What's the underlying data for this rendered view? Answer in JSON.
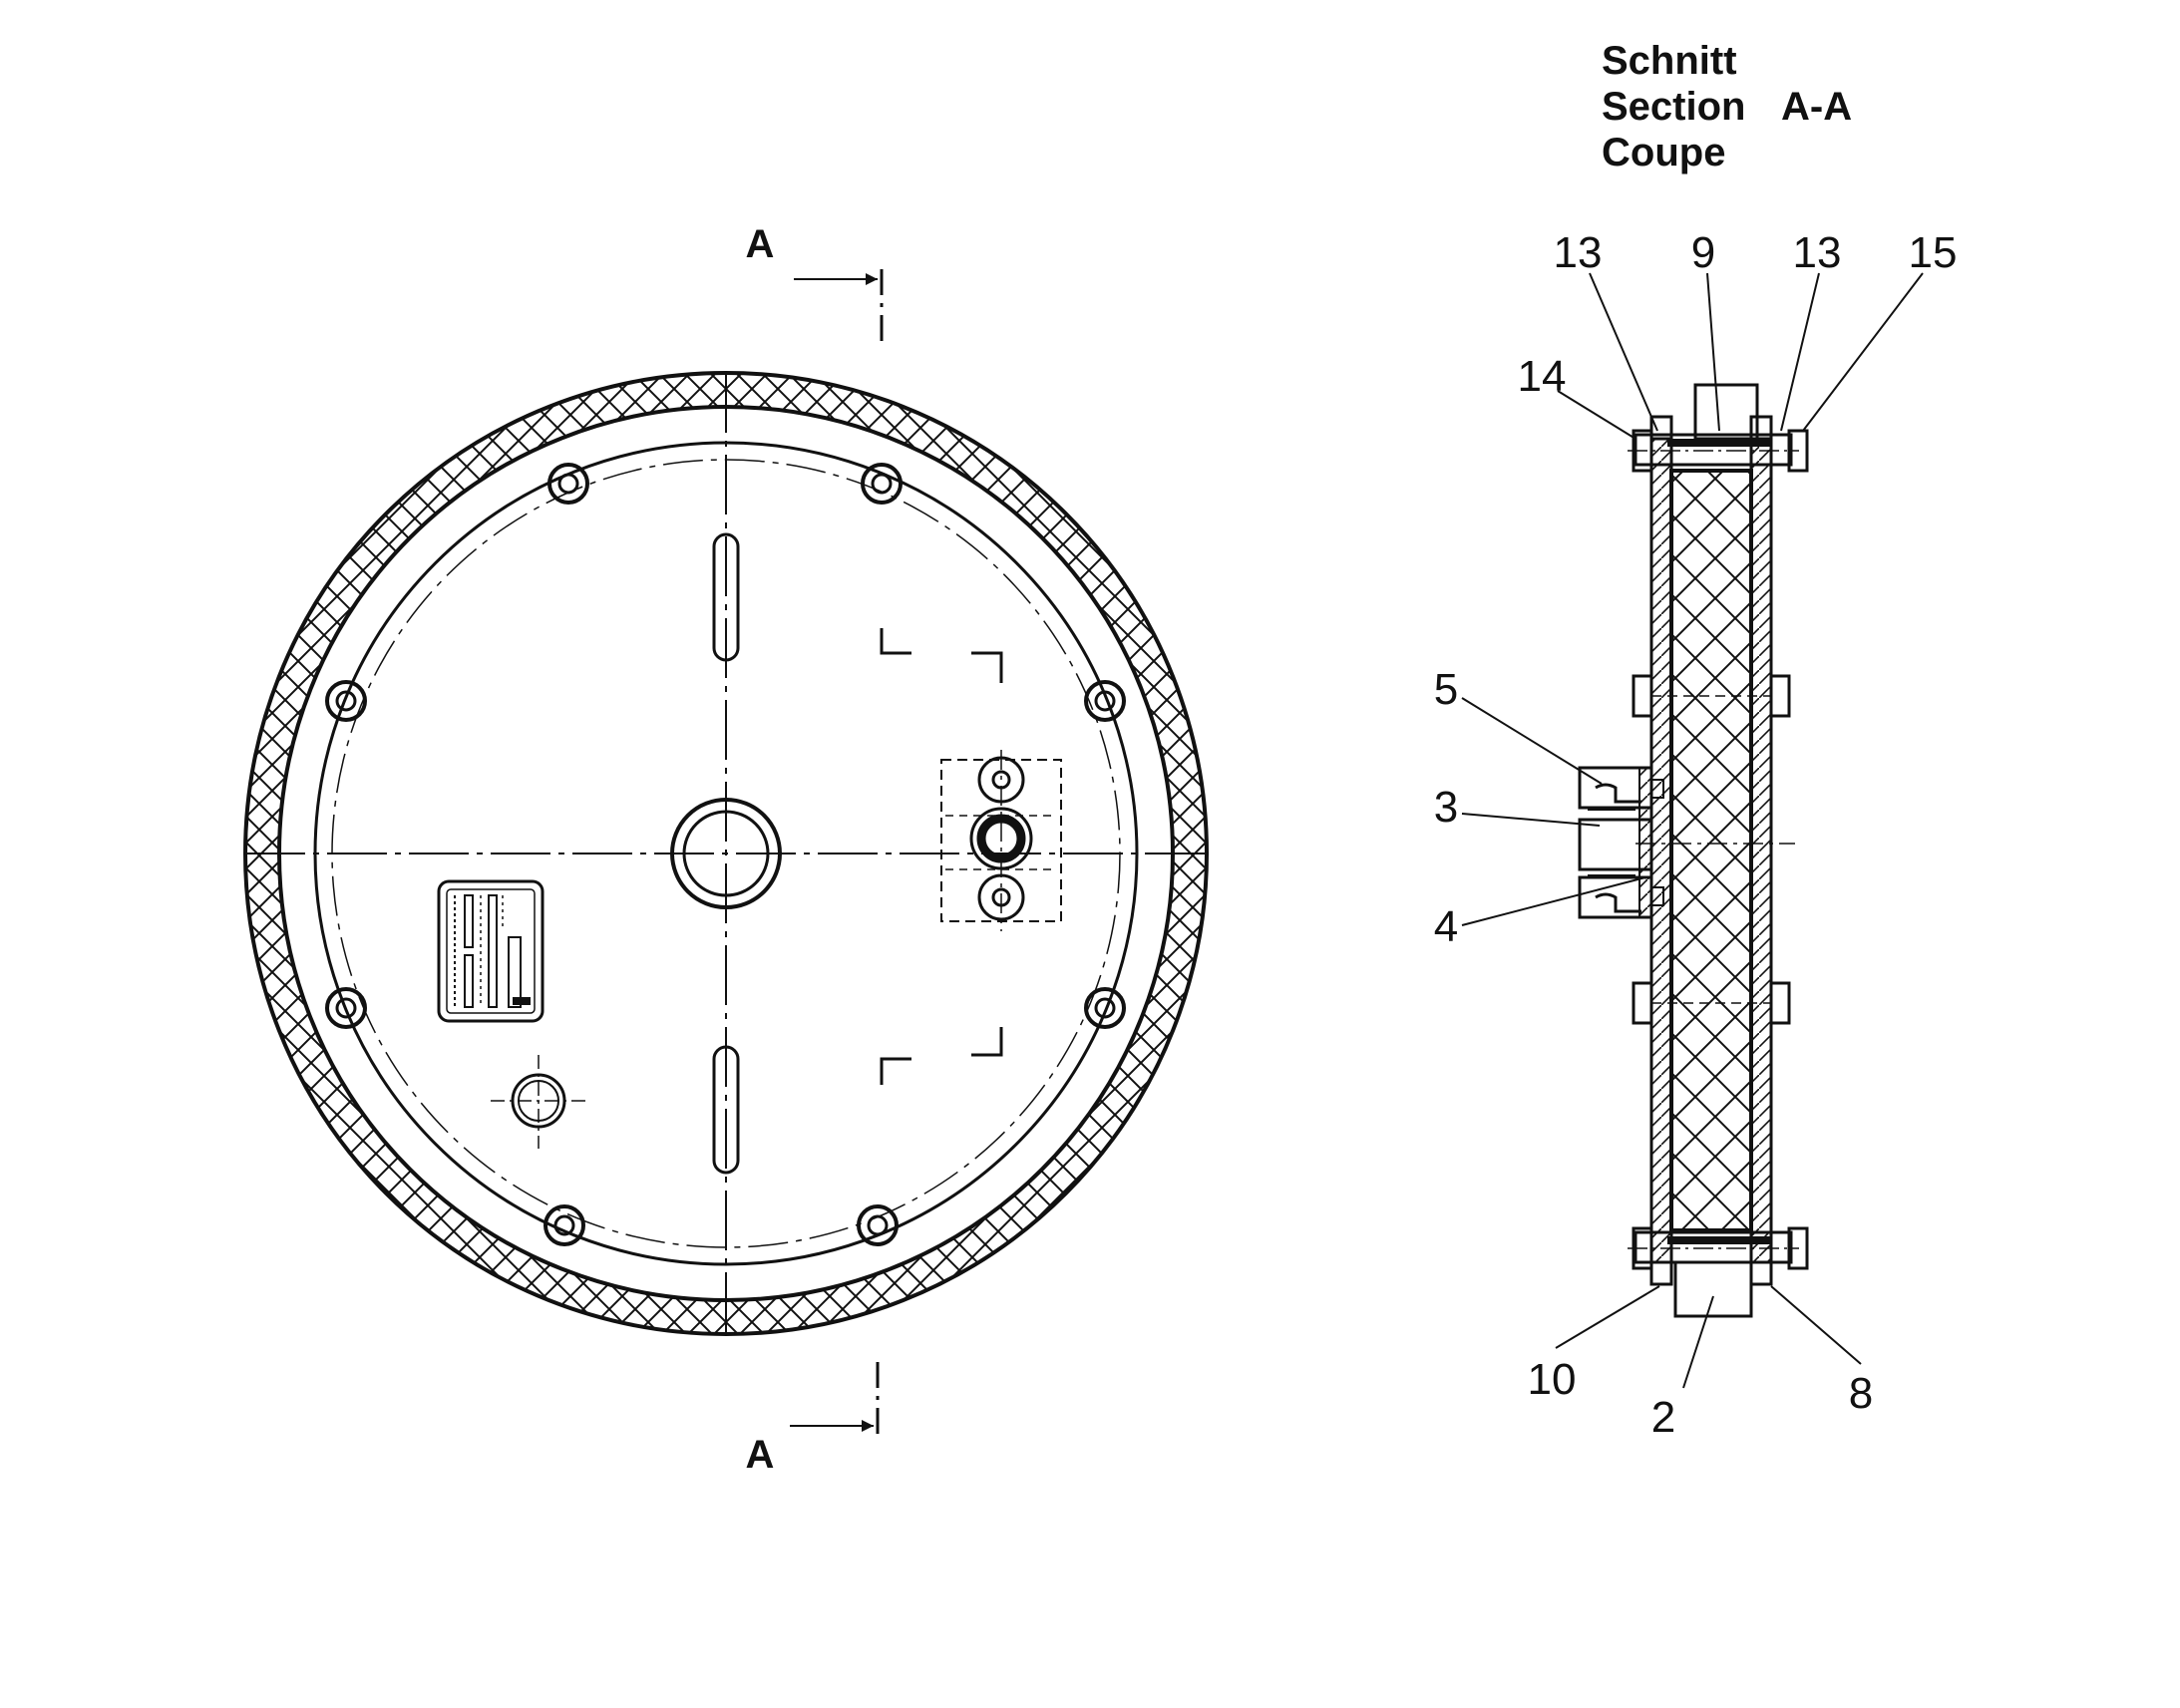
{
  "section_title": {
    "line1": "Schnitt",
    "line2": "Section",
    "line3": "Coupe",
    "designation": "A-A"
  },
  "section_marker": {
    "top": "A",
    "bottom": "A"
  },
  "callouts": {
    "c13a": "13",
    "c9": "9",
    "c13b": "13",
    "c15": "15",
    "c14": "14",
    "c5": "5",
    "c3": "3",
    "c4": "4",
    "c10": "10",
    "c2": "2",
    "c8": "8"
  },
  "colors": {
    "ink": "#111111",
    "paper": "#ffffff"
  }
}
